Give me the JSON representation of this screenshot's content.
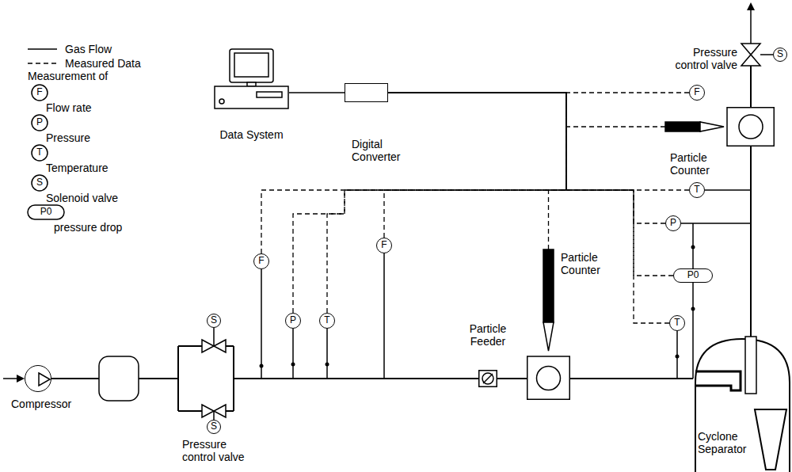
{
  "diagram": {
    "nodes": [
      {
        "text": [
          "Data System"
        ]
      },
      {
        "text": [
          "Digital Converter"
        ]
      },
      {
        "text": [
          "Compressor"
        ]
      },
      {
        "text": [
          "Pressure control valve"
        ]
      },
      {
        "text": [
          "S"
        ]
      },
      {
        "text": [
          "S"
        ]
      },
      {
        "text": [
          "F"
        ]
      },
      {
        "text": [
          "P"
        ]
      },
      {
        "text": [
          "T"
        ]
      },
      {
        "text": [
          "F"
        ]
      },
      {
        "text": [
          "Particle Feeder"
        ]
      },
      {
        "text": [
          "Particle Counter"
        ]
      },
      {
        "text": [
          "T"
        ]
      },
      {
        "text": [
          "P0"
        ]
      },
      {
        "text": [
          "P"
        ]
      },
      {
        "text": [
          "T"
        ]
      },
      {
        "text": [
          "Particle Counter"
        ]
      },
      {
        "text": [
          "F"
        ]
      },
      {
        "text": [
          "Pressure control valve"
        ]
      },
      {
        "text": [
          "S"
        ]
      },
      {
        "text": [
          "Cyclone Separator"
        ]
      }
    ],
    "edges": [
      {
        "from": 2,
        "to": 3,
        "arrow": "none"
      },
      {
        "from": 3,
        "to": 10,
        "arrow": "none"
      },
      {
        "from": 10,
        "to": 11,
        "arrow": "none"
      },
      {
        "from": 11,
        "to": 20,
        "arrow": "none"
      },
      {
        "from": 20,
        "to": 16,
        "arrow": "none"
      },
      {
        "from": 16,
        "to": 18,
        "arrow": "none"
      },
      {
        "from": 0,
        "to": 1,
        "arrow": "none"
      },
      {
        "from": 6,
        "to": 1,
        "arrow": "none"
      },
      {
        "from": 7,
        "to": 1,
        "arrow": "none"
      },
      {
        "from": 8,
        "to": 1,
        "arrow": "none"
      },
      {
        "from": 9,
        "to": 1,
        "arrow": "none"
      },
      {
        "from": 11,
        "to": 1,
        "arrow": "none"
      },
      {
        "from": 12,
        "to": 1,
        "arrow": "none"
      },
      {
        "from": 13,
        "to": 1,
        "arrow": "none"
      },
      {
        "from": 14,
        "to": 1,
        "arrow": "none"
      },
      {
        "from": 15,
        "to": 1,
        "arrow": "none"
      },
      {
        "from": 16,
        "to": 1,
        "arrow": "none"
      },
      {
        "from": 17,
        "to": 1,
        "arrow": "none"
      }
    ],
    "labels": [
      "Measurement of",
      "F",
      "P",
      "T",
      "S",
      "P0"
    ],
    "legend": [
      {
        "text": "Gas Flow"
      },
      {
        "text": "Measured Data"
      },
      {
        "text": "Flow rate"
      },
      {
        "text": "Pressure"
      },
      {
        "text": "Temperature"
      },
      {
        "text": "Solenoid valve"
      },
      {
        "text": "pressure drop"
      }
    ]
  }
}
